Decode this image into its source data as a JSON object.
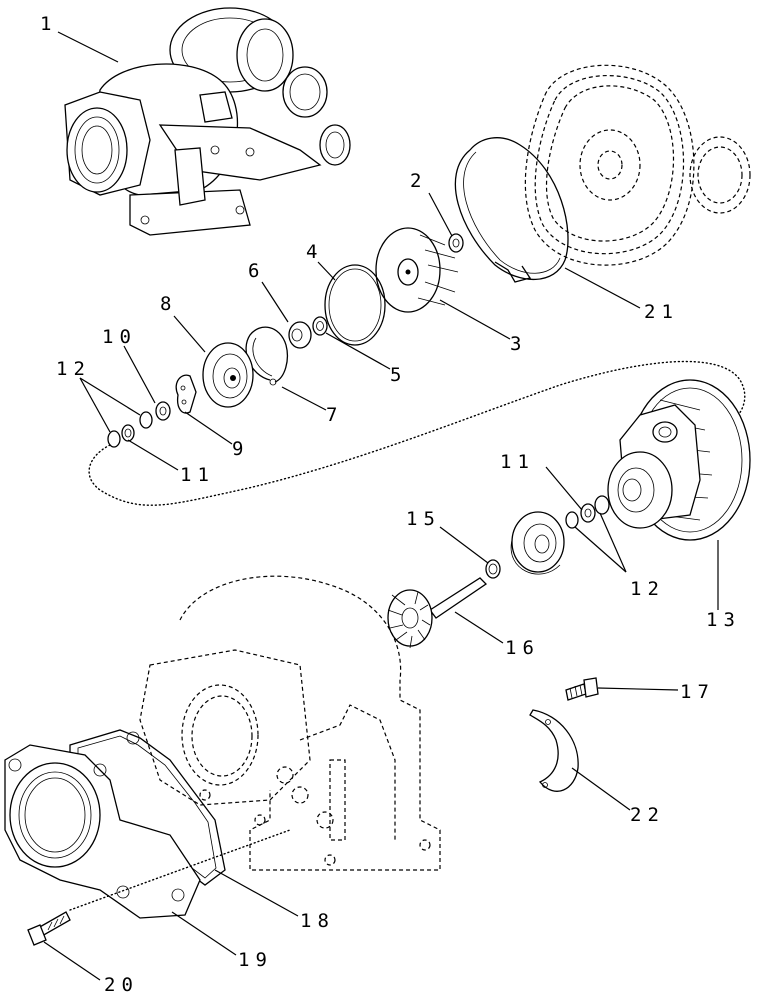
{
  "diagram": {
    "labels": {
      "n1": "1",
      "n2": "2",
      "n3": "3",
      "n4": "4",
      "n5": "5",
      "n6": "6",
      "n7": "7",
      "n8": "8",
      "n9": "9",
      "n10": "10",
      "n11a": "11",
      "n11b": "11",
      "n12a": "12",
      "n12b": "12",
      "n13": "13",
      "n15": "15",
      "n16": "16",
      "n17": "17",
      "n18": "18",
      "n19": "19",
      "n20": "20",
      "n21": "21",
      "n22": "22"
    }
  }
}
